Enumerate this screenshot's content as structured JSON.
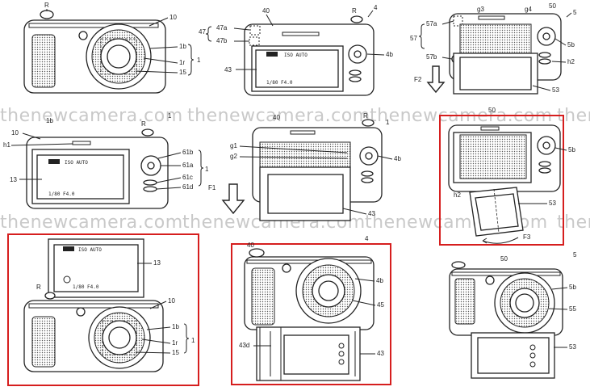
{
  "watermark": "thenewcamera.com",
  "screen_text": {
    "mode": "ISO AUTO",
    "exposure": "1/80   F4.0"
  },
  "labels": {
    "R": "R",
    "n10": "10",
    "n1": "1",
    "n1b": "1b",
    "n1r": "1r",
    "n15": "15",
    "n40": "40",
    "n4": "4",
    "n47": "47",
    "n47a": "47a",
    "n47b": "47b",
    "n43": "43",
    "n4b": "4b",
    "n50": "50",
    "n5": "5",
    "n57": "57",
    "n57a": "57a",
    "n57b": "57b",
    "g3": "g3",
    "g4": "g4",
    "n5b": "5b",
    "h2": "h2",
    "n53": "53",
    "F2": "F2",
    "h1": "h1",
    "n13": "13",
    "n61b": "61b",
    "n61a": "61a",
    "n61c": "61c",
    "n61d": "61d",
    "g1": "g1",
    "g2": "g2",
    "F1": "F1",
    "F3": "F3",
    "n45": "45",
    "n43d": "43d",
    "n55": "55"
  }
}
